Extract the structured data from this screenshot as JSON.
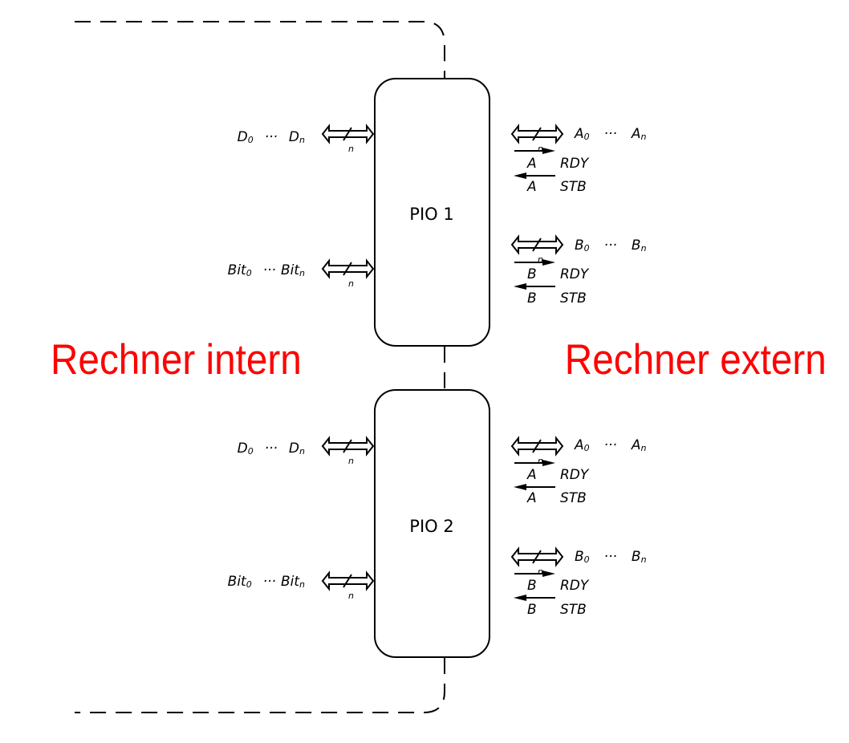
{
  "colors": {
    "region_label": "#ff0000",
    "lines": "#000000",
    "background": "#ffffff"
  },
  "regions": {
    "left": "Rechner intern",
    "right": "Rechner extern"
  },
  "bus_width_label": "n",
  "pio_blocks": [
    {
      "name": "PIO 1",
      "left_ports": [
        {
          "name": "D",
          "from": "0",
          "to": "n"
        },
        {
          "name": "Bit",
          "from": "0",
          "to": "n"
        }
      ],
      "right_ports": [
        {
          "port": "A",
          "bus": {
            "name": "A",
            "from": "0",
            "to": "n"
          },
          "rdy": "RDY",
          "stb": "STB"
        },
        {
          "port": "B",
          "bus": {
            "name": "B",
            "from": "0",
            "to": "n"
          },
          "rdy": "RDY",
          "stb": "STB"
        }
      ]
    },
    {
      "name": "PIO 2",
      "left_ports": [
        {
          "name": "D",
          "from": "0",
          "to": "n"
        },
        {
          "name": "Bit",
          "from": "0",
          "to": "n"
        }
      ],
      "right_ports": [
        {
          "port": "A",
          "bus": {
            "name": "A",
            "from": "0",
            "to": "n"
          },
          "rdy": "RDY",
          "stb": "STB"
        },
        {
          "port": "B",
          "bus": {
            "name": "B",
            "from": "0",
            "to": "n"
          },
          "rdy": "RDY",
          "stb": "STB"
        }
      ]
    }
  ],
  "ellipsis": "···"
}
